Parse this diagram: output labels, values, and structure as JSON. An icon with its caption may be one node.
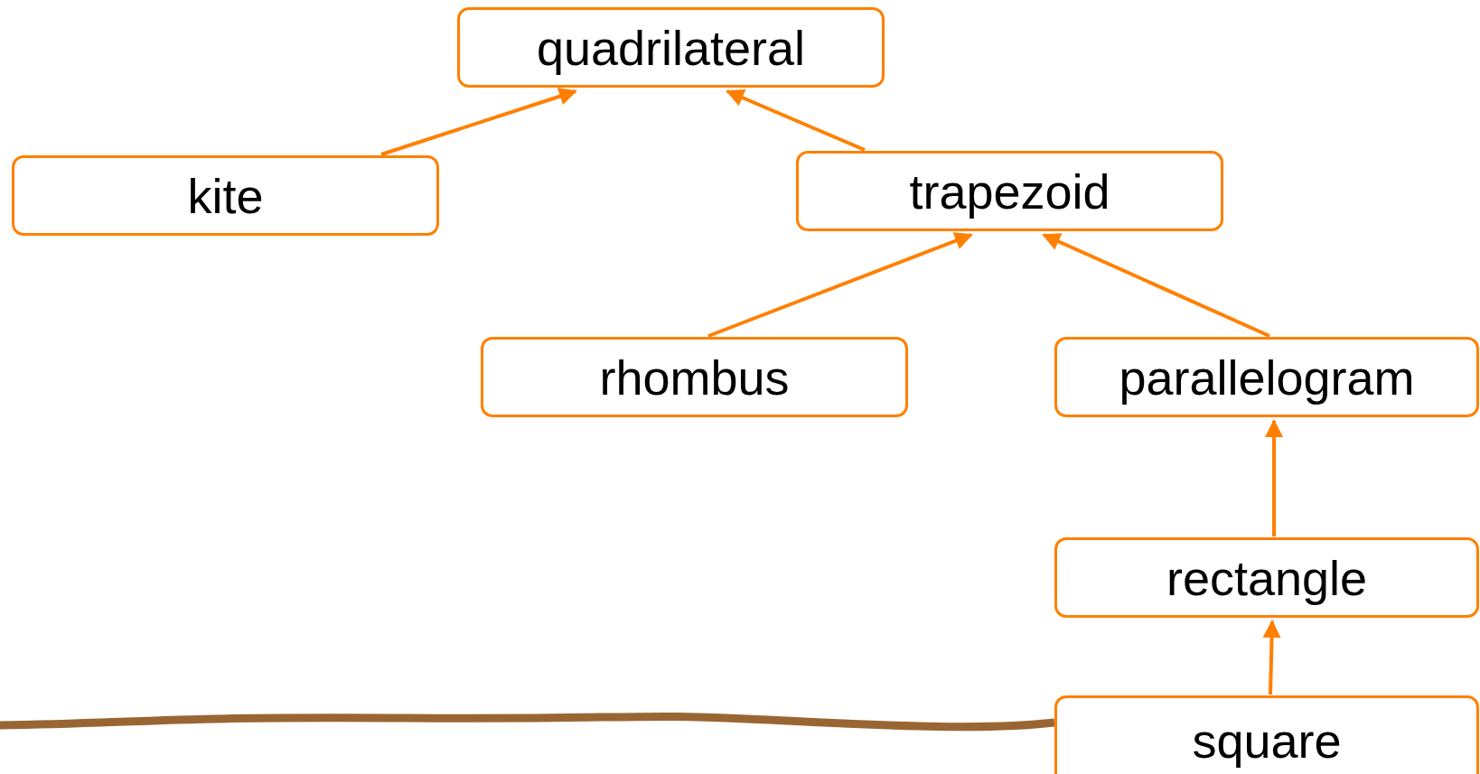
{
  "diagram": {
    "nodes": [
      {
        "text": [
          "quadrilateral"
        ]
      },
      {
        "text": [
          "kite"
        ]
      },
      {
        "text": [
          "trapezoid"
        ]
      },
      {
        "text": [
          "rhombus"
        ]
      },
      {
        "text": [
          "parallelogram"
        ]
      },
      {
        "text": [
          "rectangle"
        ]
      },
      {
        "text": [
          "square"
        ]
      }
    ],
    "edges": [
      {
        "from": 1,
        "to": 0,
        "arrow": "to"
      },
      {
        "from": 2,
        "to": 0,
        "arrow": "to"
      },
      {
        "from": 3,
        "to": 2,
        "arrow": "to"
      },
      {
        "from": 4,
        "to": 2,
        "arrow": "to"
      },
      {
        "from": 5,
        "to": 4,
        "arrow": "to"
      },
      {
        "from": 6,
        "to": 5,
        "arrow": "to"
      },
      {
        "from": null,
        "to": 6,
        "arrow": "none",
        "style": "thick",
        "color": "#996633"
      }
    ]
  }
}
